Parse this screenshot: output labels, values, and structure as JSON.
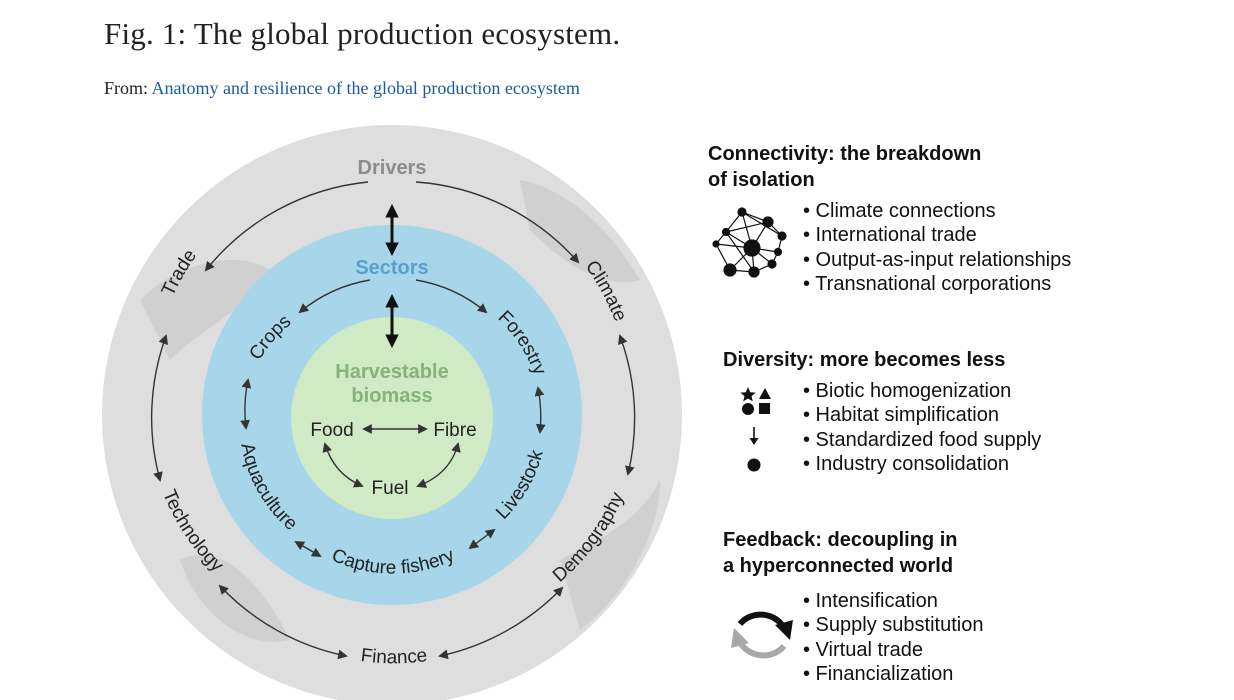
{
  "figure": {
    "title": "Fig. 1: The global production ecosystem.",
    "from_prefix": "From: ",
    "from_link": "Anatomy and resilience of the global production ecosystem"
  },
  "diagram": {
    "outer_ring": {
      "title": "Drivers",
      "labels": [
        "Trade",
        "Climate",
        "Technology",
        "Demography",
        "Finance"
      ]
    },
    "middle_ring": {
      "title": "Sectors",
      "labels": [
        "Crops",
        "Forestry",
        "Aquaculture",
        "Livestock",
        "Capture fishery"
      ]
    },
    "inner_circle": {
      "title_line1": "Harvestable",
      "title_line2": "biomass",
      "labels": [
        "Food",
        "Fibre",
        "Fuel"
      ]
    },
    "colors": {
      "outer": "#dcdcdc",
      "middle": "#a6d5ea",
      "inner": "#cfe9c4",
      "drivers_title": "#8c8c8c",
      "sectors_title": "#5a9fd0",
      "biomass_title": "#86b27c"
    }
  },
  "panels": {
    "connectivity": {
      "heading_line1": "Connectivity: the breakdown",
      "heading_line2": "of isolation",
      "icon": "network-icon",
      "items": [
        "• Climate connections",
        "• International trade",
        "• Output-as-input relationships",
        "• Transnational corporations"
      ]
    },
    "diversity": {
      "heading": "Diversity: more becomes less",
      "icon": "shapes-to-dot-icon",
      "items": [
        "• Biotic homogenization",
        "• Habitat simplification",
        "• Standardized food supply",
        "• Industry consolidation"
      ]
    },
    "feedback": {
      "heading_line1": "Feedback: decoupling in",
      "heading_line2": "a hyperconnected world",
      "icon": "cycle-arrows-icon",
      "items": [
        "• Intensification",
        "• Supply substitution",
        "• Virtual trade",
        "• Financialization"
      ]
    }
  }
}
